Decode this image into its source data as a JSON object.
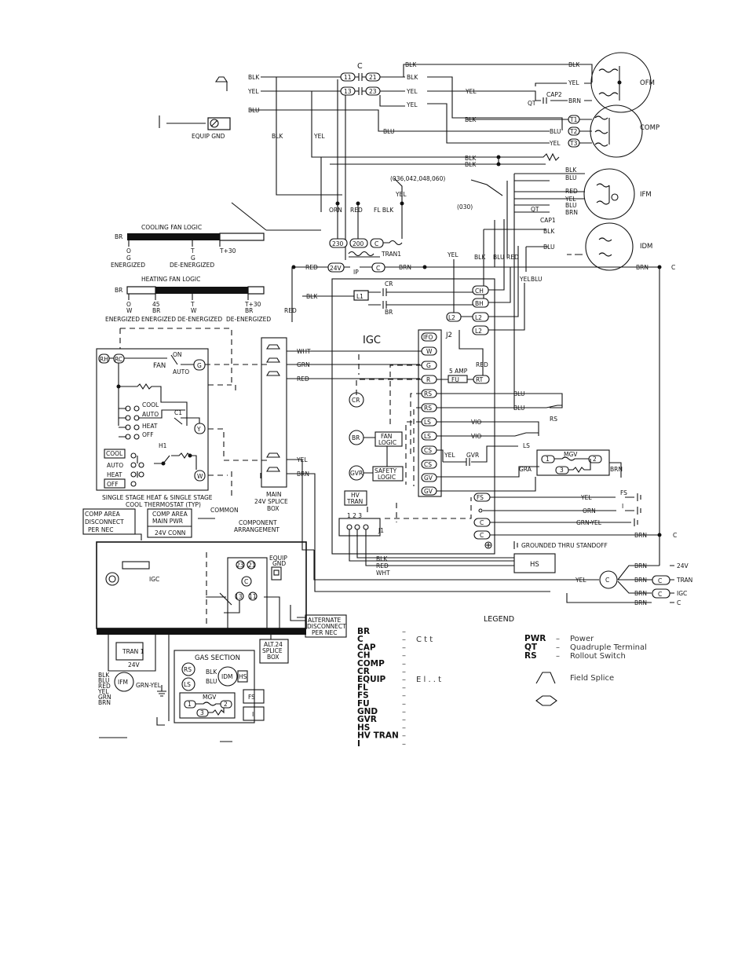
{
  "motors": {
    "ofm": "OFM",
    "comp": "COMP",
    "ifm": "IFM",
    "idm": "IDM",
    "cap2": "CAP2",
    "cap1": "CAP1",
    "qt": "QT"
  },
  "contactor": {
    "label": "C",
    "terms": [
      "11",
      "21",
      "13",
      "23"
    ]
  },
  "comp_terms": [
    "T1",
    "T2",
    "T3"
  ],
  "equip_gnd": "EQUIP GND",
  "ifm_speed_models": "(036,042,048,060)",
  "ifm_speed_model2": "(030)",
  "wires": {
    "blk": "BLK",
    "yel": "YEL",
    "blu": "BLU",
    "brn": "BRN",
    "red": "RED",
    "wht": "WHT",
    "grn": "GRN",
    "orn": "ORN",
    "vio": "VIO",
    "gra": "GRA",
    "grn_yel": "GRN-YEL",
    "fl_blk": "FL BLK",
    "yel_blu": "YELBLU",
    "blk_red": "BLKRED"
  },
  "tran1": {
    "label": "TRAN1",
    "t230": "230",
    "t200": "200",
    "c": "C",
    "v24": "24V",
    "ip": "IP"
  },
  "cooling_logic": {
    "title": "COOLING FAN LOGIC",
    "br": "BR",
    "marks": [
      "O",
      "T",
      "T+30"
    ],
    "sub": [
      "G",
      "G"
    ],
    "states": [
      "ENERGIZED",
      "DE-ENERGIZED"
    ]
  },
  "heating_logic": {
    "title": "HEATING FAN LOGIC",
    "br": "BR",
    "marks": [
      "O",
      "45",
      "T",
      "T+30"
    ],
    "sub": [
      "W",
      "BR",
      "W",
      "BR"
    ],
    "states": [
      "ENERGIZED",
      "ENERGIZED",
      "DE-ENERGIZED",
      "DE-ENERGIZED"
    ]
  },
  "thermostat": {
    "rh": "RH",
    "rc": "RC",
    "on": "ON",
    "fan": "FAN",
    "auto": "AUTO",
    "g": "G",
    "cool": "COOL",
    "auto2": "AUTO",
    "heat": "HEAT",
    "off": "OFF",
    "c1": "C1",
    "y": "Y",
    "h1": "H1",
    "w": "W",
    "cool_sw": "COOL",
    "auto_sw": "AUTO",
    "heat_sw": "HEAT",
    "off_sw": "OFF",
    "caption1": "SINGLE STAGE HEAT & SINGLE STAGE",
    "caption2": "COOL THERMOSTAT (TYP)",
    "common": "COMMON"
  },
  "splice_box": {
    "line1": "MAIN",
    "line2": "24V SPLICE",
    "line3": "BOX"
  },
  "igc": {
    "title": "IGC",
    "j1": "J1",
    "j2": "J2",
    "j1pins": "1 2 3",
    "cr": "CR",
    "br": "BR",
    "gvr": "GVR",
    "fan_logic1": "FAN",
    "fan_logic2": "LOGIC",
    "safety1": "SAFETY",
    "safety2": "LOGIC",
    "hv1": "HV",
    "hv2": "TRAN",
    "j2pins": [
      "IFO",
      "W",
      "G",
      "R",
      "RS",
      "RS",
      "LS",
      "LS",
      "CS",
      "CS",
      "GV",
      "GV"
    ],
    "fuse": "5 AMP",
    "fu": "FU",
    "rt": "RT",
    "ch": "CH",
    "bh": "BH",
    "l1": "L1",
    "l2a": "L2",
    "l2b": "L2",
    "l2c": "L2",
    "cr_label": "CR",
    "br_label": "BR"
  },
  "right_side": {
    "rs": "RS",
    "ls": "LS",
    "gvr": "GVR",
    "mgv": "MGV",
    "mgv_terms": [
      "1",
      "2",
      "3"
    ],
    "fs": "FS",
    "i": "I",
    "fs_term": "FS",
    "c": "C",
    "grounded": "GROUNDED THRU STANDOFF",
    "hs": "HS",
    "v24": "24V",
    "tran": "TRAN",
    "igc": "IGC"
  },
  "arrangement": {
    "comp_area": [
      "COMP AREA",
      "DISCONNECT",
      "PER NEC"
    ],
    "main_pwr": [
      "COMP AREA",
      "MAIN PWR"
    ],
    "conn": "24V CONN",
    "title": [
      "COMPONENT",
      "ARRANGEMENT"
    ],
    "igc": "IGC",
    "tran1": "TRAN 1",
    "v24": "24V",
    "equip_gnd": [
      "EQUIP",
      "GND"
    ],
    "alt_disc": [
      "ALTERNATE",
      "DISCONNECT",
      "PER NEC"
    ],
    "alt_splice": [
      "ALT.24",
      "SPLICE",
      "BOX"
    ],
    "gas_section": "GAS SECTION",
    "rs": "RS",
    "ls": "LS",
    "idm": "IDM",
    "hs": "HS",
    "mgv": "MGV",
    "fs": "FS",
    "i": "I",
    "ifm": "IFM",
    "leads": [
      "BLK",
      "BLU",
      "RED",
      "YEL",
      "GRN",
      "BRN"
    ],
    "grn_yel": "GRN-YEL",
    "blk": "BLK",
    "blu": "BLU"
  },
  "legend": {
    "title": "LEGEND",
    "left": [
      "BR",
      "C",
      "CAP",
      "CH",
      "COMP",
      "CR",
      "EQUIP",
      "FL",
      "FS",
      "FU",
      "GND",
      "GVR",
      "HS",
      "HV TRAN",
      "I"
    ],
    "left_defs": [
      "",
      "C   t   t",
      "",
      "",
      "",
      "",
      "E   l  .  .  t",
      "",
      "",
      "",
      "",
      "",
      "",
      "",
      ""
    ],
    "right": [
      {
        "abbr": "PWR",
        "def": "Power"
      },
      {
        "abbr": "QT",
        "def": "Quadruple Terminal"
      },
      {
        "abbr": "RS",
        "def": "Rollout Switch"
      }
    ],
    "field_splice": "Field Splice"
  }
}
